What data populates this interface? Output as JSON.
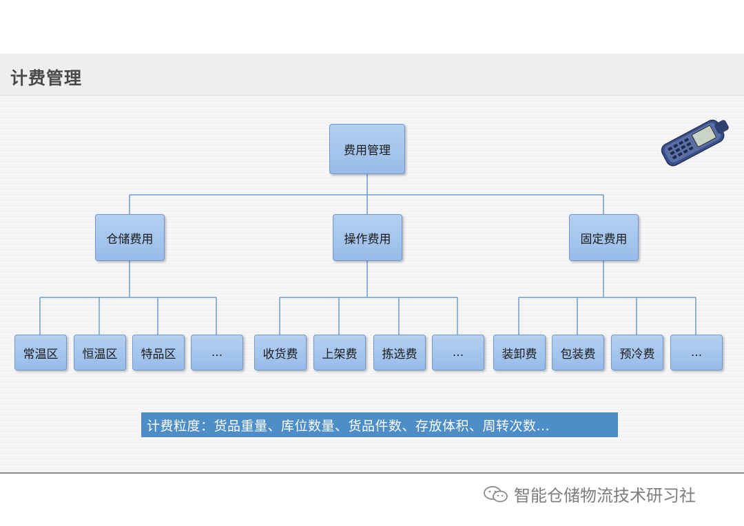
{
  "slide": {
    "title": "计费管理",
    "root": "费用管理",
    "categories": [
      {
        "label": "仓储费用",
        "children": [
          "常温区",
          "恒温区",
          "特品区",
          "..."
        ]
      },
      {
        "label": "操作费用",
        "children": [
          "收货费",
          "上架费",
          "拣选费",
          "..."
        ]
      },
      {
        "label": "固定费用",
        "children": [
          "装卸费",
          "包装费",
          "预冷费",
          "..."
        ]
      }
    ],
    "granularity": "计费粒度：货品重量、库位数量、货品件数、存放体积、周转次数..."
  },
  "footer": {
    "brand": "智能仓储物流技术研习社",
    "icon": "wechat-icon"
  },
  "colors": {
    "box_fill": "#a9c8ef",
    "box_border": "#6f98cc",
    "line": "#6d9bd1",
    "banner": "#4d8ec9"
  }
}
